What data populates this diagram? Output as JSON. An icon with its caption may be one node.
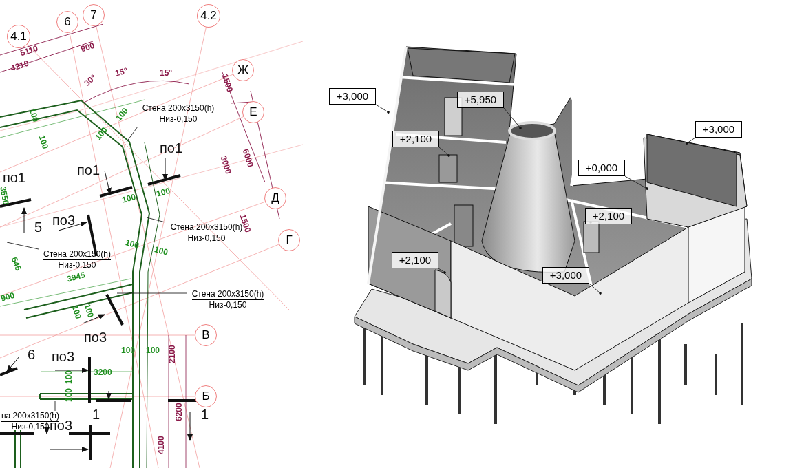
{
  "diagram": {
    "nodes": [
      {
        "text": [
          "4.1"
        ]
      },
      {
        "text": [
          "6"
        ]
      },
      {
        "text": [
          "7"
        ]
      },
      {
        "text": [
          "4.2"
        ]
      },
      {
        "text": [
          "Ж"
        ]
      },
      {
        "text": [
          "Е"
        ]
      },
      {
        "text": [
          "Д"
        ]
      },
      {
        "text": [
          "Г"
        ]
      },
      {
        "text": [
          "В"
        ]
      },
      {
        "text": [
          "Б"
        ]
      },
      {
        "text": [
          "Стена 200x3150(h)",
          "Низ-0,150"
        ]
      },
      {
        "text": [
          "Стена 200x3150(h)",
          "Низ-0,150"
        ]
      },
      {
        "text": [
          "Стена 200x150(h)",
          "Низ-0,150"
        ]
      },
      {
        "text": [
          "Стена 200x3150(h)",
          "Низ-0,150"
        ]
      },
      {
        "text": [
          "на 200x3150(h)",
          "Низ-0,150"
        ]
      },
      {
        "text": [
          "+3,000"
        ]
      },
      {
        "text": [
          "+5,950"
        ]
      },
      {
        "text": [
          "+2,100"
        ]
      },
      {
        "text": [
          "+3,000"
        ]
      },
      {
        "text": [
          "+0,000"
        ]
      },
      {
        "text": [
          "+2,100"
        ]
      },
      {
        "text": [
          "+2,100"
        ]
      },
      {
        "text": [
          "+3,000"
        ]
      }
    ],
    "edges": [
      {
        "from": 10,
        "to": null,
        "arrow": "none"
      },
      {
        "from": 11,
        "to": null,
        "arrow": "none"
      },
      {
        "from": 12,
        "to": null,
        "arrow": "none"
      },
      {
        "from": 13,
        "to": null,
        "arrow": "none"
      },
      {
        "from": 14,
        "to": null,
        "arrow": "none"
      },
      {
        "from": 15,
        "to": null,
        "arrow": "other"
      },
      {
        "from": 16,
        "to": null,
        "arrow": "other"
      },
      {
        "from": 17,
        "to": null,
        "arrow": "other"
      },
      {
        "from": 18,
        "to": null,
        "arrow": "other"
      },
      {
        "from": 19,
        "to": null,
        "arrow": "other"
      },
      {
        "from": 20,
        "to": null,
        "arrow": "other"
      },
      {
        "from": 21,
        "to": null,
        "arrow": "other"
      },
      {
        "from": 22,
        "to": null,
        "arrow": "other"
      }
    ],
    "labels": [
      "5110",
      "4210",
      "900",
      "30°",
      "15°",
      "15°",
      "1500",
      "3000",
      "6000",
      "1500",
      "100",
      "100",
      "100",
      "100",
      "по1",
      "по1",
      "3550",
      "по1",
      "5",
      "по3",
      "100",
      "100",
      "100",
      "100",
      "645",
      "3945",
      "900",
      "100",
      "100",
      "по3",
      "6",
      "по3",
      "100",
      "100",
      "3200",
      "100",
      "100",
      "2100",
      "1",
      "по3",
      "1",
      "6200",
      "4100"
    ]
  }
}
